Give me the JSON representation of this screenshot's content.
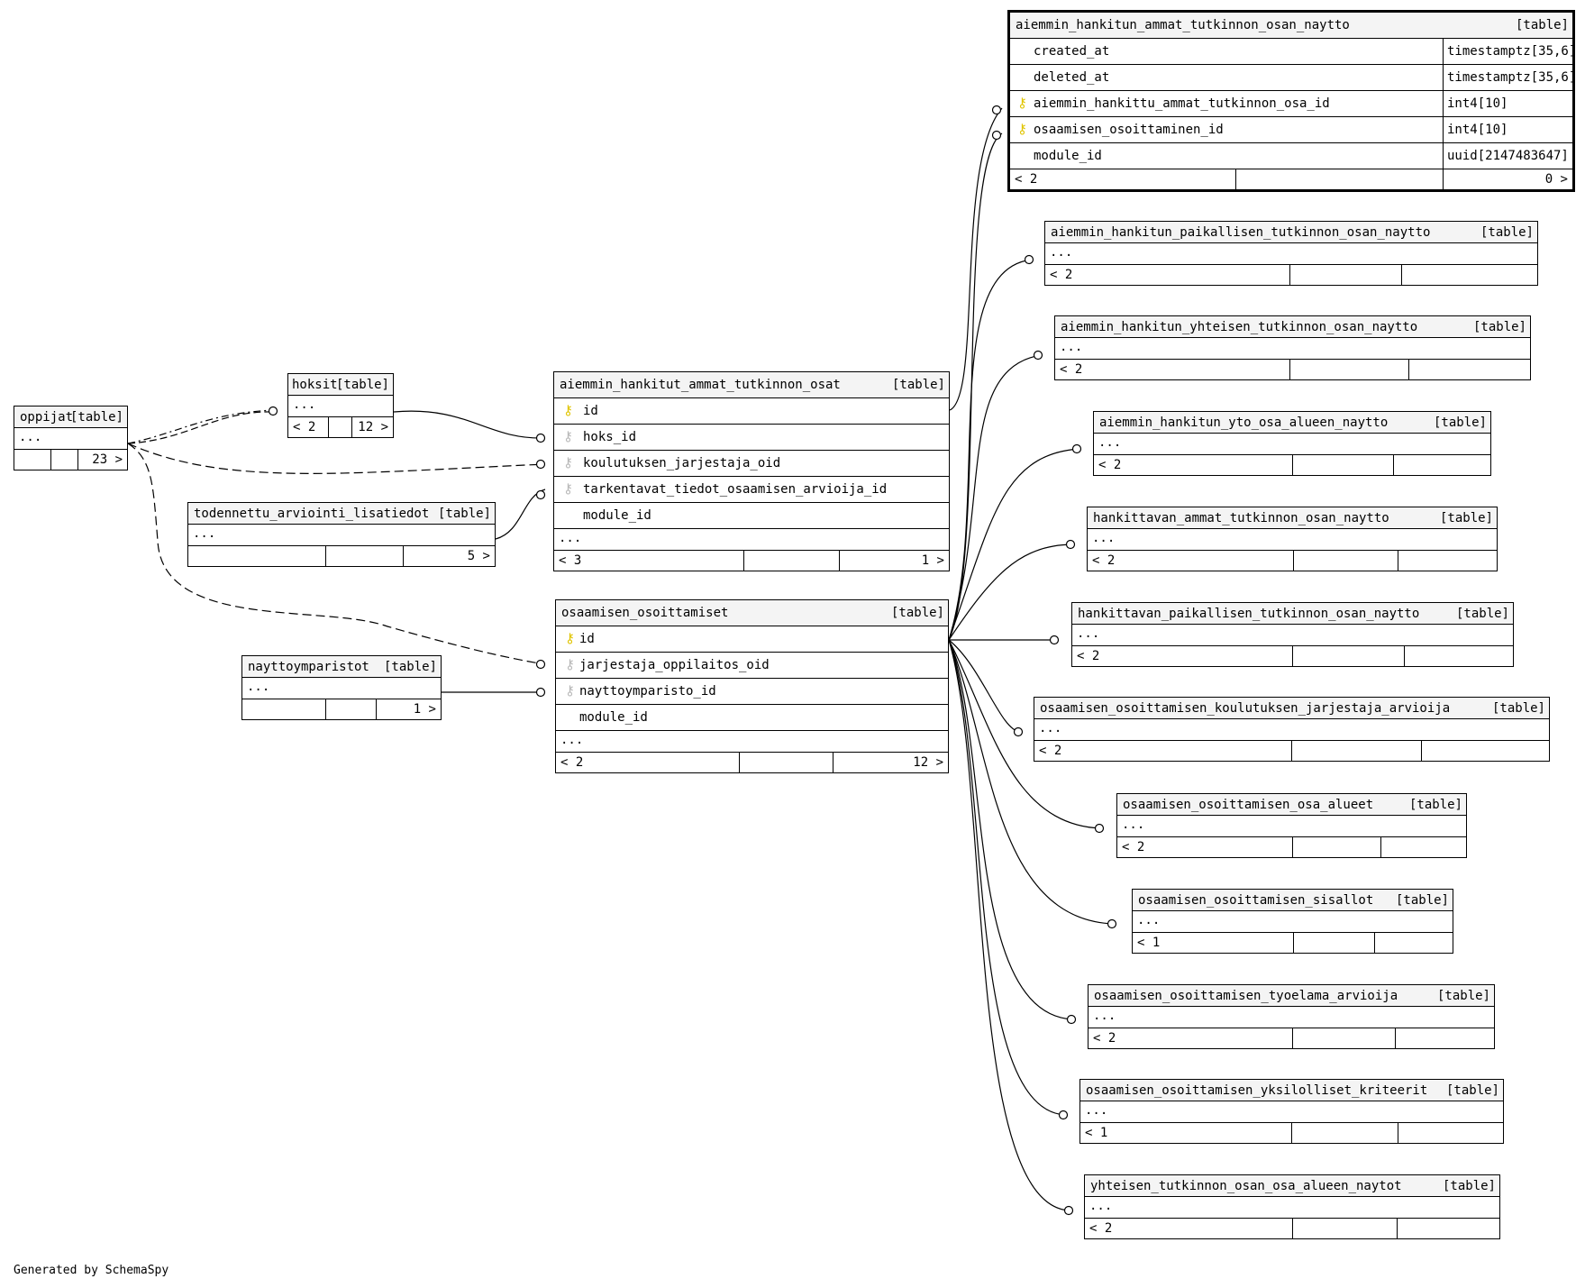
{
  "credit": "Generated by SchemaSpy",
  "tag": "[table]",
  "ellipsis": "...",
  "focus_table": {
    "name": "aiemmin_hankitun_ammat_tutkinnon_osan_naytto",
    "columns": [
      {
        "name": "created_at",
        "type": "timestamptz[35,6]",
        "key": ""
      },
      {
        "name": "deleted_at",
        "type": "timestamptz[35,6]",
        "key": ""
      },
      {
        "name": "aiemmin_hankittu_ammat_tutkinnon_osa_id",
        "type": "int4[10]",
        "key": "pk"
      },
      {
        "name": "osaamisen_osoittaminen_id",
        "type": "int4[10]",
        "key": "pk"
      },
      {
        "name": "module_id",
        "type": "uuid[2147483647]",
        "key": ""
      }
    ],
    "parents": "< 2",
    "children": "0 >"
  },
  "tables": {
    "oppijat": {
      "name": "oppijat",
      "parents": "",
      "children": "23 >"
    },
    "hoksit": {
      "name": "hoksit",
      "parents": "< 2",
      "children": "12 >"
    },
    "todennettu": {
      "name": "todennettu_arviointi_lisatiedot",
      "parents": "",
      "children": "5 >"
    },
    "nayttoymparistot": {
      "name": "nayttoymparistot",
      "parents": "",
      "children": "1 >"
    },
    "ahato": {
      "name": "aiemmin_hankitut_ammat_tutkinnon_osat",
      "columns": [
        {
          "name": "id",
          "key": "pk"
        },
        {
          "name": "hoks_id",
          "key": "fk"
        },
        {
          "name": "koulutuksen_jarjestaja_oid",
          "key": "fk"
        },
        {
          "name": "tarkentavat_tiedot_osaamisen_arvioija_id",
          "key": "fk"
        },
        {
          "name": "module_id",
          "key": ""
        }
      ],
      "parents": "< 3",
      "children": "1 >"
    },
    "oo": {
      "name": "osaamisen_osoittamiset",
      "columns": [
        {
          "name": "id",
          "key": "pk"
        },
        {
          "name": "jarjestaja_oppilaitos_oid",
          "key": "fk"
        },
        {
          "name": "nayttoymparisto_id",
          "key": "fk"
        },
        {
          "name": "module_id",
          "key": ""
        }
      ],
      "parents": "< 2",
      "children": "12 >"
    }
  },
  "children_tables": [
    {
      "name": "aiemmin_hankitun_paikallisen_tutkinnon_osan_naytto",
      "parents": "< 2"
    },
    {
      "name": "aiemmin_hankitun_yhteisen_tutkinnon_osan_naytto",
      "parents": "< 2"
    },
    {
      "name": "aiemmin_hankitun_yto_osa_alueen_naytto",
      "parents": "< 2"
    },
    {
      "name": "hankittavan_ammat_tutkinnon_osan_naytto",
      "parents": "< 2"
    },
    {
      "name": "hankittavan_paikallisen_tutkinnon_osan_naytto",
      "parents": "< 2"
    },
    {
      "name": "osaamisen_osoittamisen_koulutuksen_jarjestaja_arvioija",
      "parents": "< 2"
    },
    {
      "name": "osaamisen_osoittamisen_osa_alueet",
      "parents": "< 2"
    },
    {
      "name": "osaamisen_osoittamisen_sisallot",
      "parents": "< 1"
    },
    {
      "name": "osaamisen_osoittamisen_tyoelama_arvioija",
      "parents": "< 2"
    },
    {
      "name": "osaamisen_osoittamisen_yksilolliset_kriteerit",
      "parents": "< 1"
    },
    {
      "name": "yhteisen_tutkinnon_osan_osa_alueen_naytot",
      "parents": "< 2"
    }
  ]
}
